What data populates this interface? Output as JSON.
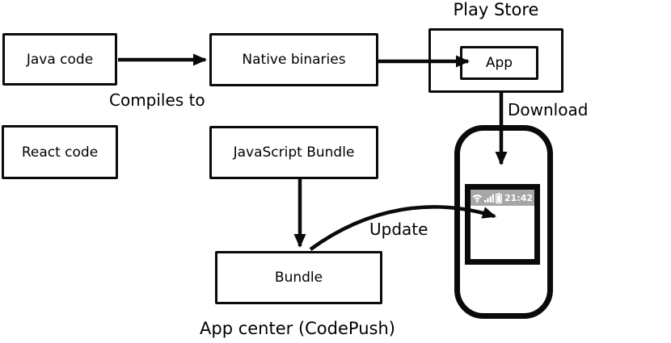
{
  "diagram": {
    "boxes": {
      "java_code": "Java code",
      "native_binaries": "Native binaries",
      "app": "App",
      "react_code": "React code",
      "javascript_bundle": "JavaScript Bundle",
      "bundle": "Bundle"
    },
    "labels": {
      "play_store": "Play Store",
      "compiles_to": "Compiles to",
      "download": "Download",
      "update": "Update",
      "app_center": "App center (CodePush)"
    },
    "phone": {
      "status_bar": {
        "time": "21:42",
        "background": "#a6a6a6",
        "foreground": "#ffffff",
        "icons": [
          "wifi-icon",
          "signal-icon",
          "battery-icon"
        ]
      }
    },
    "colors": {
      "stroke": "#0a0a0a",
      "background": "#ffffff"
    }
  }
}
